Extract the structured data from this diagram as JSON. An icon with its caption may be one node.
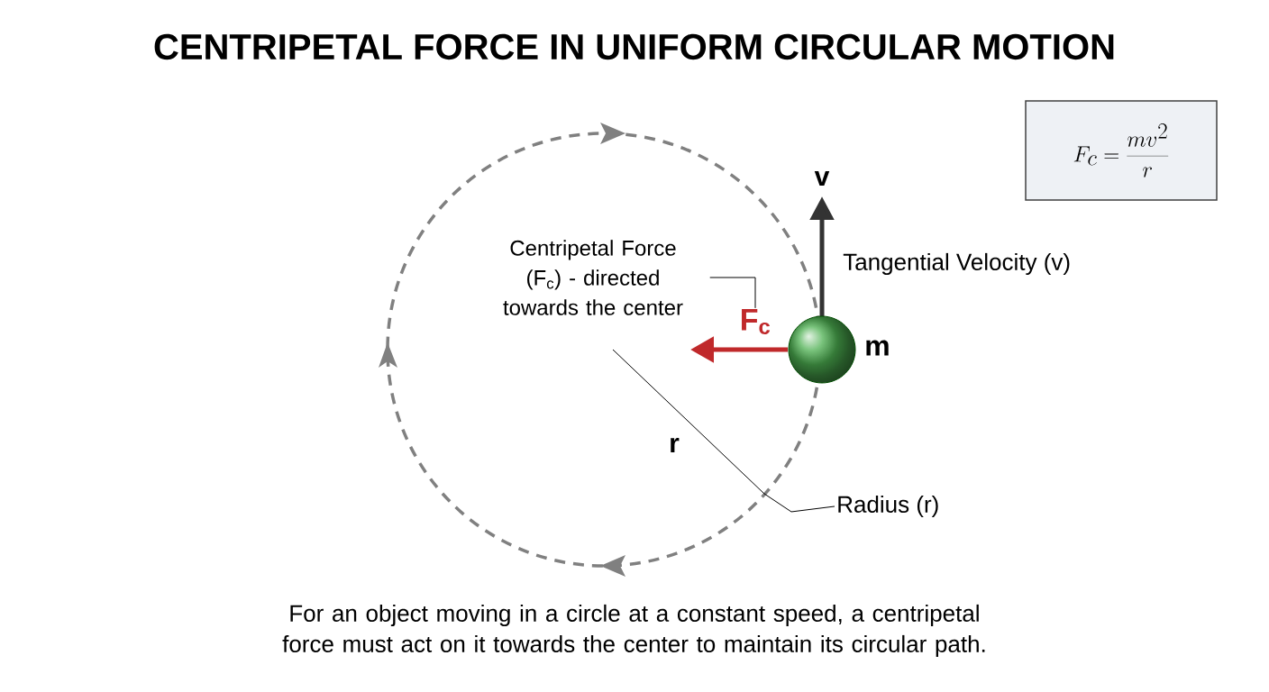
{
  "diagram": {
    "title": "CENTRIPETAL FORCE IN UNIFORM CIRCULAR MOTION",
    "nodes": [
      {
        "text": [
          "F_c = \\frac{mv^2}{r}"
        ]
      },
      {
        "text": [
          "Centripetal Force (F$_{c}$) - directed towards the center"
        ]
      },
      {
        "text": [
          "Radius (r)"
        ]
      },
      {
        "text": [
          "F$_{c}$"
        ]
      }
    ],
    "edges": [
      {
        "from": 1,
        "to": 3,
        "arrow": "none"
      },
      {
        "from": 2,
        "to": null,
        "arrow": "none"
      }
    ],
    "labels": [
      "v",
      "Tangential Velocity (v)",
      "m",
      "r"
    ],
    "caption": "For an object moving in a circle at a constant speed, a centripetal force must act on it towards the center to maintain its circular path."
  }
}
